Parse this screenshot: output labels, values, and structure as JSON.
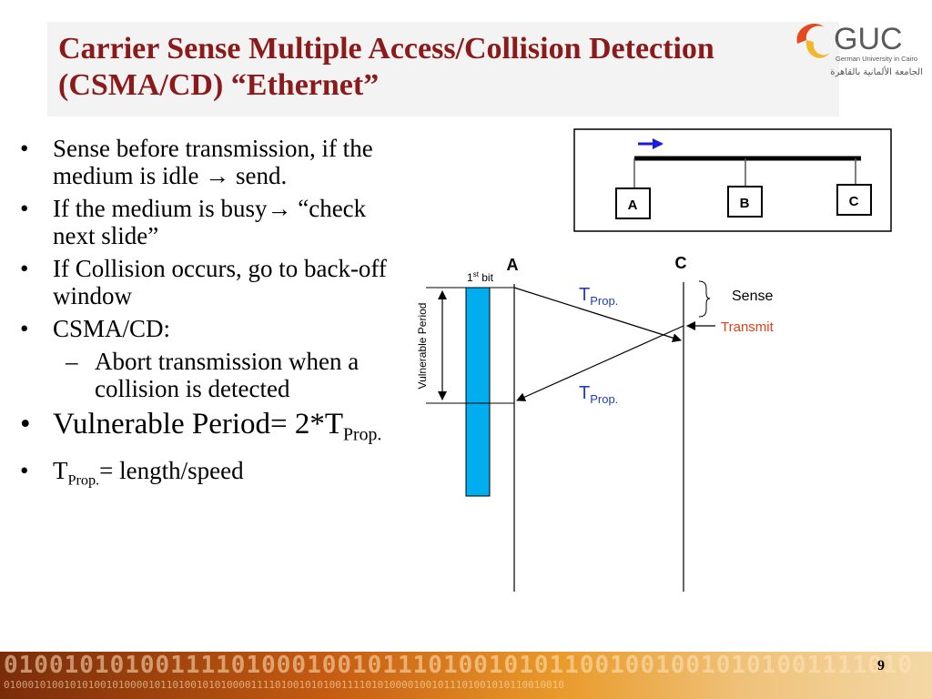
{
  "title": "Carrier Sense Multiple Access/Collision Detection (CSMA/CD) “Ethernet”",
  "logo": {
    "text": "GUC",
    "subtitle": "German University in Cairo",
    "arabic": "الجامعة الألمانية بالقاهرة"
  },
  "bullets": {
    "b1": "Sense before transmission, if the medium is idle → send.",
    "b2": "If the medium is busy→ “check next slide”",
    "b3": "If Collision occurs, go to back-off window",
    "b4": "CSMA/CD:",
    "b4_sub": "Abort transmission when a collision is detected",
    "b5_main": "Vulnerable Period= 2*T",
    "b5_sub": "Prop.",
    "b6_main": "T",
    "b6_sub": "Prop.",
    "b6_rest": "= length/speed"
  },
  "bus": {
    "node_a": "A",
    "node_b": "B",
    "node_c": "C"
  },
  "timing": {
    "station_a": "A",
    "station_c": "C",
    "first_bit": "1",
    "first_bit_sup": "st",
    "first_bit_rest": " bit",
    "vulnerable": "Vulnerable Period",
    "t": "T",
    "prop": "Prop.",
    "sense": "Sense",
    "transmit": "Transmit"
  },
  "colors": {
    "title": "#8b1a1a",
    "bar": "#00aeef",
    "transmit": "#e0401a",
    "tprop": "#1f3fbf",
    "arrow": "#1a1adf"
  },
  "footer": {
    "bits_line1": "010010101001111010001001011101001010110010010010101001111010",
    "bits_line2": "010001010010101001010000101101001010100001111010010101001111010100001001011101001010110010010"
  },
  "page_number": "9"
}
